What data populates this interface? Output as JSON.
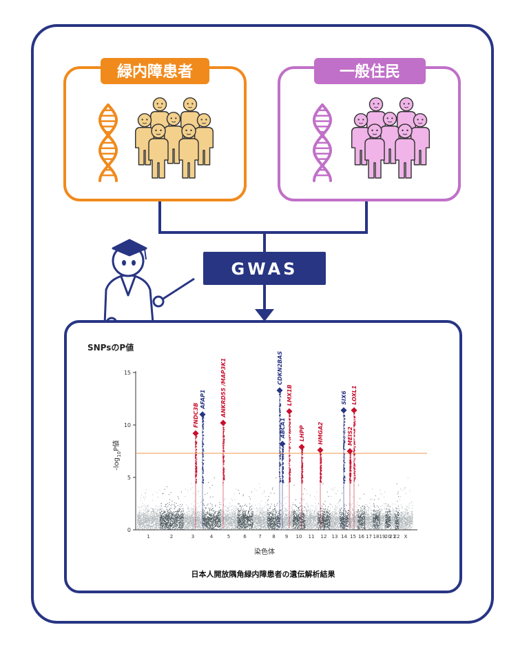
{
  "groups": {
    "patients": {
      "label": "緑内障患者",
      "color": "#f08a1c",
      "fill": "#f3d08c"
    },
    "general": {
      "label": "一般住民",
      "color": "#c070c8",
      "fill": "#f0b4e8"
    }
  },
  "method_label": "GWAS",
  "colors": {
    "navy": "#283583",
    "red": "#c8102e",
    "orange_line": "#f0a060"
  },
  "plot": {
    "title": "SNPsのP値",
    "ylabel_prefix": "-log",
    "ylabel_sub": "10",
    "ylabel_suffix": "P値",
    "xlabel": "染色体",
    "caption": "日本人開放隅角緑内障患者の遺伝解析結果"
  },
  "chart_data": {
    "type": "scatter",
    "subtype": "manhattan",
    "y_ticks": [
      0,
      5,
      10,
      15
    ],
    "ylim": [
      0,
      15
    ],
    "chromosome_labels": [
      "1",
      "2",
      "3",
      "4",
      "5",
      "6",
      "7",
      "8",
      "9",
      "10",
      "11",
      "12",
      "13",
      "14",
      "15",
      "16",
      "17",
      "18",
      "19",
      "20",
      "21",
      "22",
      "X"
    ],
    "threshold": 7.3,
    "loci": [
      {
        "gene": "FNDC3B",
        "chromosome": "3",
        "peak": 9.2,
        "color": "red"
      },
      {
        "gene": "AFAP1",
        "chromosome": "4",
        "peak": 11.0,
        "color": "blue"
      },
      {
        "gene": "ANKRD55 /MAP3K1",
        "chromosome": "5",
        "peak": 10.2,
        "color": "red"
      },
      {
        "gene": "CDKN2BAS",
        "chromosome": "9",
        "peak": 13.3,
        "color": "blue"
      },
      {
        "gene": "ABCA1",
        "chromosome": "9",
        "peak": 8.2,
        "color": "blue"
      },
      {
        "gene": "LMX1B",
        "chromosome": "9",
        "peak": 11.3,
        "color": "red"
      },
      {
        "gene": "LHPP",
        "chromosome": "10",
        "peak": 7.9,
        "color": "red"
      },
      {
        "gene": "HMGA2",
        "chromosome": "12",
        "peak": 7.6,
        "color": "red"
      },
      {
        "gene": "SIX6",
        "chromosome": "14",
        "peak": 11.4,
        "color": "blue"
      },
      {
        "gene": "MEIS2",
        "chromosome": "15",
        "peak": 7.5,
        "color": "red"
      },
      {
        "gene": "LOXL1",
        "chromosome": "15",
        "peak": 11.4,
        "color": "red"
      }
    ]
  }
}
